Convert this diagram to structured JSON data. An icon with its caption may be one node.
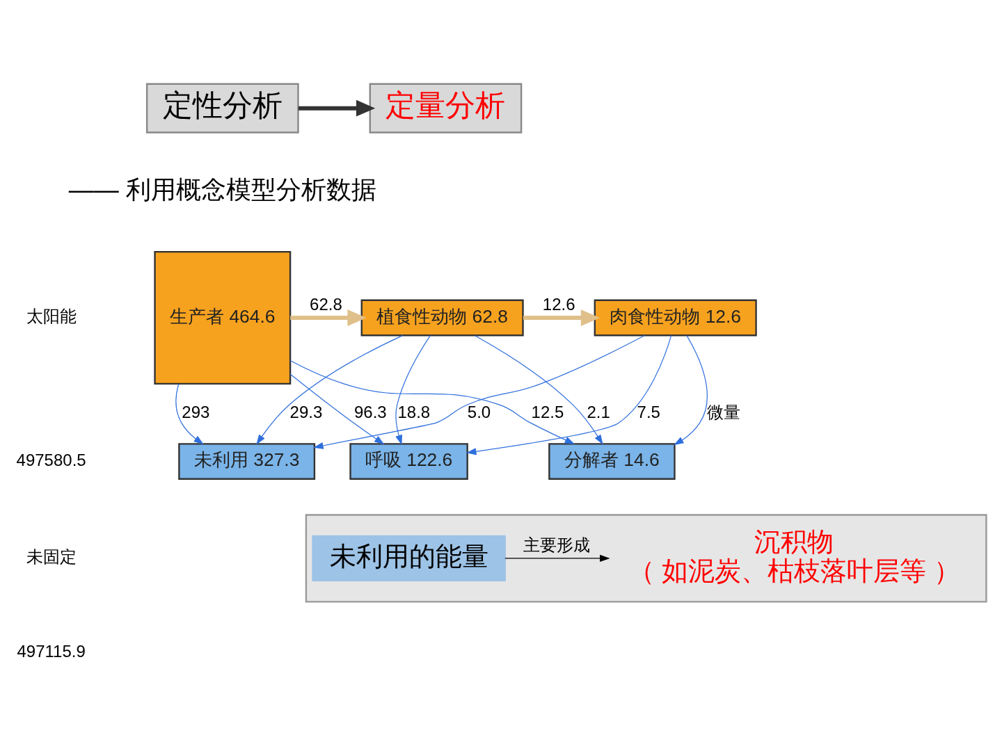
{
  "diagram": {
    "nodes": [
      {
        "text": [
          "定性分析"
        ]
      },
      {
        "text": [
          "定量分析"
        ]
      },
      {
        "text": [
          "生产者 464.6"
        ]
      },
      {
        "text": [
          "分解者 14.6"
        ]
      },
      {
        "text": [
          "植食性动物 62.8"
        ]
      },
      {
        "text": [
          "肉食性动物 12.6"
        ]
      },
      {
        "text": [
          "呼吸 122.6"
        ]
      },
      {
        "text": [
          "未利用 327.3"
        ]
      },
      {
        "text": [],
        "shape": "box"
      },
      {
        "text": [
          "未利用的能量"
        ],
        "in": 8
      },
      {
        "text": [
          "沉积物",
          "（ 如泥炭、枯枝落叶层等 ）"
        ],
        "in": 8
      }
    ],
    "edges": [
      {
        "from": 0,
        "to": 1,
        "arrow": "to",
        "style": "thick",
        "color": "#333333"
      },
      {
        "from": 2,
        "to": 3,
        "arrow": "to",
        "label": "12.5"
      },
      {
        "from": 2,
        "to": 4,
        "arrow": "to",
        "label": "62.8",
        "style": "thick",
        "color": "#e0c08a"
      },
      {
        "from": 4,
        "to": 3,
        "arrow": "to",
        "label": "2.1"
      },
      {
        "from": 5,
        "to": 3,
        "arrow": "to",
        "label": "微量"
      },
      {
        "from": 4,
        "to": 5,
        "arrow": "to",
        "label": "12.6",
        "style": "thick",
        "color": "#e0c08a"
      },
      {
        "from": 2,
        "to": 6,
        "arrow": "to",
        "label": "96.3"
      },
      {
        "from": 2,
        "to": 7,
        "arrow": "to",
        "label": "293"
      },
      {
        "from": 4,
        "to": 6,
        "arrow": "to",
        "label": "18.8"
      },
      {
        "from": 4,
        "to": 7,
        "arrow": "to",
        "label": "29.3"
      },
      {
        "from": 5,
        "to": 6,
        "arrow": "to",
        "label": "7.5"
      },
      {
        "from": 5,
        "to": 7,
        "arrow": "to",
        "label": "5.0"
      },
      {
        "from": 9,
        "to": 10,
        "arrow": "to",
        "label": "主要形成",
        "color": "#000000"
      }
    ],
    "labels": [
      "—— 利用概念模型分析数据",
      "太阳能",
      "497580.5",
      "未固定",
      "497115.9"
    ]
  }
}
